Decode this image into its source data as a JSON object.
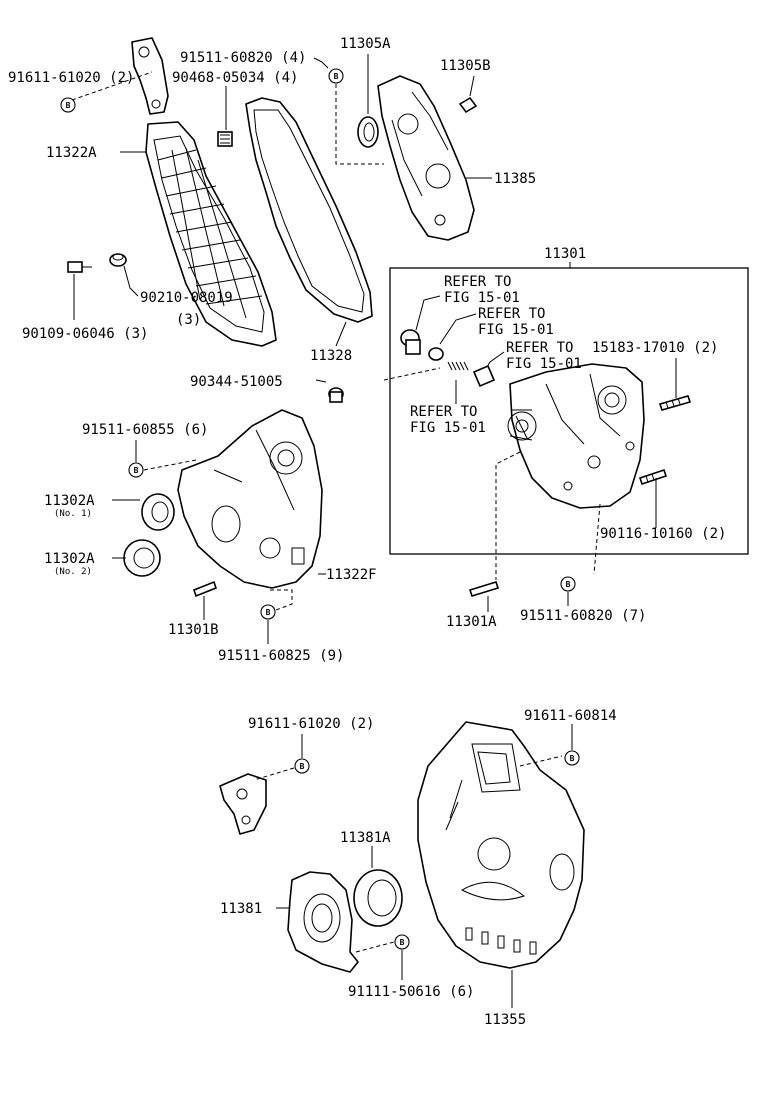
{
  "diagram_id": "110502",
  "labels": {
    "p91611_61020_top": "91611-61020 (2)",
    "p91511_60820_4": "91511-60820 (4)",
    "p90468_05034": "90468-05034 (4)",
    "p11305A": "11305A",
    "p11305B": "11305B",
    "p11322A": "11322A",
    "p11385": "11385",
    "p11301": "11301",
    "p90210_08019": "90210-08019",
    "p90210_qty": "(3)",
    "p90109_06046": "90109-06046 (3)",
    "p11328": "11328",
    "refer_1a": "REFER TO",
    "refer_1b": "FIG 15-01",
    "refer_2a": "REFER TO",
    "refer_2b": "FIG 15-01",
    "refer_3a": "REFER TO",
    "refer_3b": "FIG 15-01",
    "refer_4a": "REFER TO",
    "refer_4b": "FIG 15-01",
    "p15183_17010": "15183-17010 (2)",
    "p90344_51005": "90344-51005",
    "p91511_60855": "91511-60855 (6)",
    "p11302A_1": "11302A",
    "p11302A_1_sub": "(No. 1)",
    "p11302A_2": "11302A",
    "p11302A_2_sub": "(No. 2)",
    "p11322F": "11322F",
    "p90116_10160": "90116-10160 (2)",
    "p11301B": "11301B",
    "p91511_60825": "91511-60825 (9)",
    "p11301A": "11301A",
    "p91511_60820_7": "91511-60820 (7)",
    "p91611_61020_bot": "91611-61020 (2)",
    "p91611_60814": "91611-60814",
    "p11381A": "11381A",
    "p11381": "11381",
    "p91111_50616": "91111-50616 (6)",
    "p11355": "11355",
    "bolt_mark": "B"
  }
}
